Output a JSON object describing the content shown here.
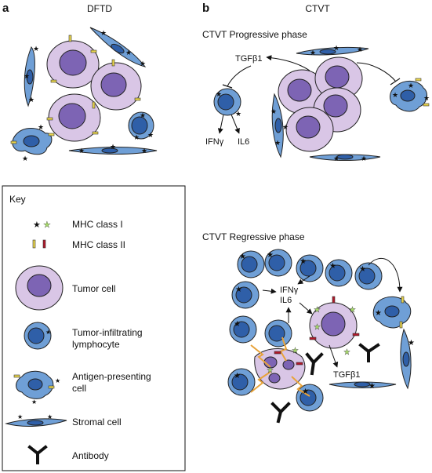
{
  "panel_a": {
    "letter": "a",
    "title": "DFTD"
  },
  "panel_b": {
    "letter": "b",
    "title": "CTVT",
    "progressive": {
      "heading": "CTVT Progressive phase",
      "tgf": "TGFβ1",
      "ifn": "IFNγ",
      "il6": "IL6"
    },
    "regressive": {
      "heading": "CTVT Regressive phase",
      "ifn": "IFNγ",
      "il6": "IL6",
      "tgf": "TGFβ1"
    }
  },
  "key": {
    "title": "Key",
    "items": [
      {
        "label": "MHC class I",
        "icon": "mhc-class-i-icon"
      },
      {
        "label": "MHC class II",
        "icon": "mhc-class-ii-icon"
      },
      {
        "label": "Tumor cell",
        "icon": "tumor-cell-icon"
      },
      {
        "label": "Tumor-infiltrating\nlymphocyte",
        "line1": "Tumor-infiltrating",
        "line2": "lymphocyte",
        "icon": "lymphocyte-icon"
      },
      {
        "label": "Antigen-presenting\ncell",
        "line1": "Antigen-presenting",
        "line2": "cell",
        "icon": "antigen-presenting-cell-icon"
      },
      {
        "label": "Stromal cell",
        "icon": "stromal-cell-icon"
      },
      {
        "label": "Antibody",
        "icon": "antibody-icon"
      }
    ]
  },
  "colors": {
    "tumor_cytoplasm": "#d9c6e6",
    "tumor_nucleus": "#7d64b4",
    "immune_cytoplasm": "#6f9fd6",
    "immune_nucleus": "#2f5fa8",
    "mhc_i_black": "#111111",
    "mhc_i_green": "#a6d96a",
    "mhc_ii_yellow": "#e8d44d",
    "mhc_ii_red": "#b2182b",
    "lightning": "#e8a33a"
  }
}
